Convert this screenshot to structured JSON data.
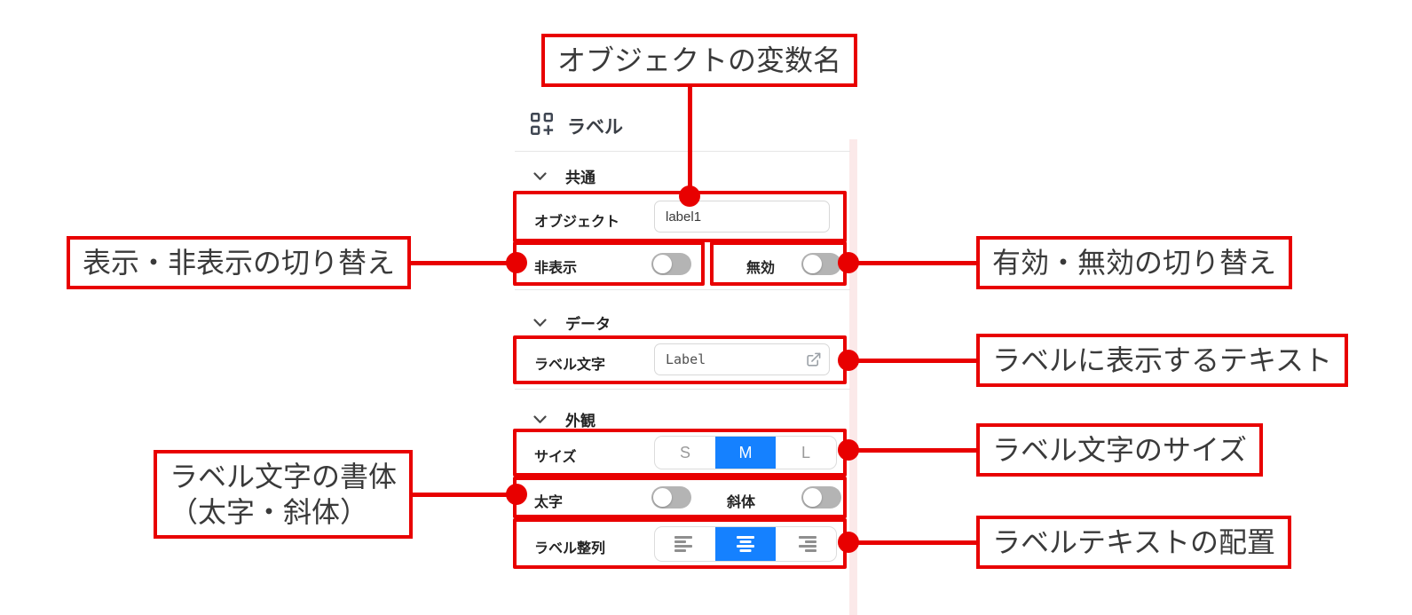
{
  "colors": {
    "annotation_red": "#e80000",
    "accent_blue": "#1581ff",
    "toggle_track_off": "#b4b4b4",
    "panel_text": "#242424",
    "muted_text": "#9a9a9a",
    "divider": "#e6e6e6",
    "pink_strip": "#fbe9e9"
  },
  "annotations": {
    "object_var": {
      "text": "オブジェクトの変数名"
    },
    "show_hide": {
      "text": "表示・非表示の切り替え"
    },
    "enable_disable": {
      "text": "有効・無効の切り替え"
    },
    "display_text": {
      "text": "ラベルに表示するテキスト"
    },
    "font_size": {
      "text": "ラベル文字のサイズ"
    },
    "font_style": {
      "line1": "ラベル文字の書体",
      "line2": "（太字・斜体）"
    },
    "alignment": {
      "text": "ラベルテキストの配置"
    }
  },
  "panel": {
    "title": "ラベル",
    "title_icon": "widget-icon",
    "sections": {
      "common": {
        "label": "共通"
      },
      "data": {
        "label": "データ"
      },
      "appearance": {
        "label": "外観"
      }
    },
    "fields": {
      "object": {
        "label": "オブジェクト",
        "value": "label1"
      },
      "hidden": {
        "label": "非表示",
        "state": "off"
      },
      "disabled": {
        "label": "無効",
        "state": "off"
      },
      "label_text": {
        "label": "ラベル文字",
        "value": "Label",
        "icon": "external-link-icon"
      },
      "size": {
        "label": "サイズ",
        "options": [
          "S",
          "M",
          "L"
        ],
        "selected": "M"
      },
      "bold": {
        "label": "太字",
        "state": "off"
      },
      "italic": {
        "label": "斜体",
        "state": "off"
      },
      "align": {
        "label": "ラベル整列",
        "options": [
          "left",
          "center",
          "right"
        ],
        "selected": "center"
      }
    }
  }
}
